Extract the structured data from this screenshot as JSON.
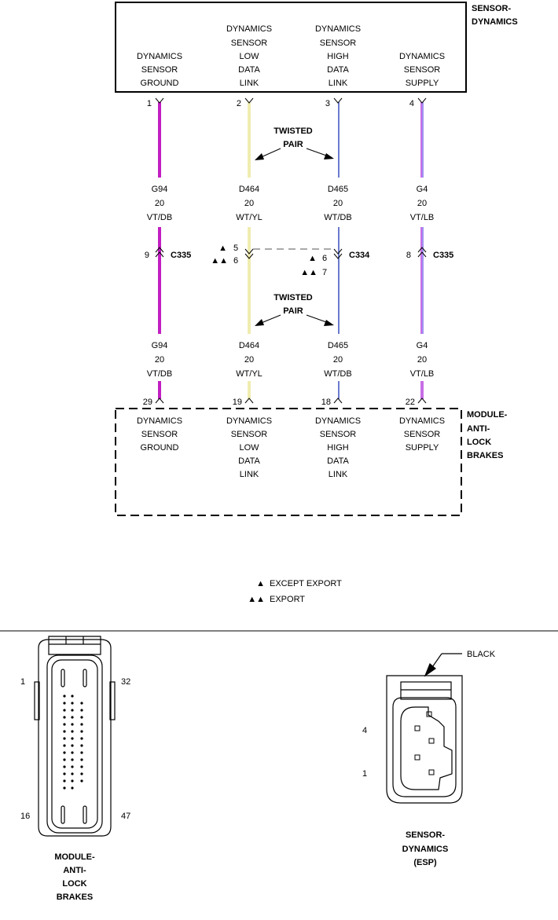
{
  "sensor": {
    "title": [
      "SENSOR-",
      "DYNAMICS"
    ],
    "pins": [
      {
        "pin": "1",
        "lines": [
          "DYNAMICS",
          "SENSOR",
          "GROUND"
        ]
      },
      {
        "pin": "2",
        "lines": [
          "DYNAMICS",
          "SENSOR",
          "LOW",
          "DATA",
          "LINK"
        ]
      },
      {
        "pin": "3",
        "lines": [
          "DYNAMICS",
          "SENSOR",
          "HIGH",
          "DATA",
          "LINK"
        ]
      },
      {
        "pin": "4",
        "lines": [
          "DYNAMICS",
          "SENSOR",
          "SUPPLY"
        ]
      }
    ]
  },
  "twisted_pair": [
    "TWISTED",
    "PAIR"
  ],
  "wires": [
    {
      "circuit": "G94",
      "gauge": "20",
      "color": "VT/DB",
      "stroke": "#c21fc2"
    },
    {
      "circuit": "D464",
      "gauge": "20",
      "color": "WT/YL",
      "stroke": "#f0ecb0"
    },
    {
      "circuit": "D465",
      "gauge": "20",
      "color": "WT/DB",
      "stroke": "#3a4fbf"
    },
    {
      "circuit": "G4",
      "gauge": "20",
      "color": "VT/LB",
      "stroke": "#c86ee6"
    }
  ],
  "connectors": {
    "c335_left": {
      "pin": "9",
      "name": "C335"
    },
    "c335_right": {
      "pin": "8",
      "name": "C335"
    },
    "c334": {
      "name": "C334",
      "low_pins": [
        "5",
        "6"
      ],
      "high_pins": [
        "6",
        "7"
      ]
    }
  },
  "module": {
    "title": [
      "MODULE-",
      "ANTI-",
      "LOCK",
      "BRAKES"
    ],
    "pins": [
      {
        "pin": "29",
        "lines": [
          "DYNAMICS",
          "SENSOR",
          "GROUND"
        ]
      },
      {
        "pin": "19",
        "lines": [
          "DYNAMICS",
          "SENSOR",
          "LOW",
          "DATA",
          "LINK"
        ]
      },
      {
        "pin": "18",
        "lines": [
          "DYNAMICS",
          "SENSOR",
          "HIGH",
          "DATA",
          "LINK"
        ]
      },
      {
        "pin": "22",
        "lines": [
          "DYNAMICS",
          "SENSOR",
          "SUPPLY"
        ]
      }
    ]
  },
  "legend": [
    {
      "symbol": "▲",
      "text": "EXCEPT EXPORT"
    },
    {
      "symbol": "▲▲",
      "text": "EXPORT"
    }
  ],
  "abs_connector": {
    "pin_labels": [
      "1",
      "32",
      "16",
      "47"
    ],
    "caption": [
      "MODULE-",
      "ANTI-",
      "LOCK",
      "BRAKES"
    ]
  },
  "sensor_connector": {
    "color_label": "BLACK",
    "pin_labels": [
      "4",
      "1"
    ],
    "caption": [
      "SENSOR-",
      "DYNAMICS",
      "(ESP)"
    ]
  }
}
